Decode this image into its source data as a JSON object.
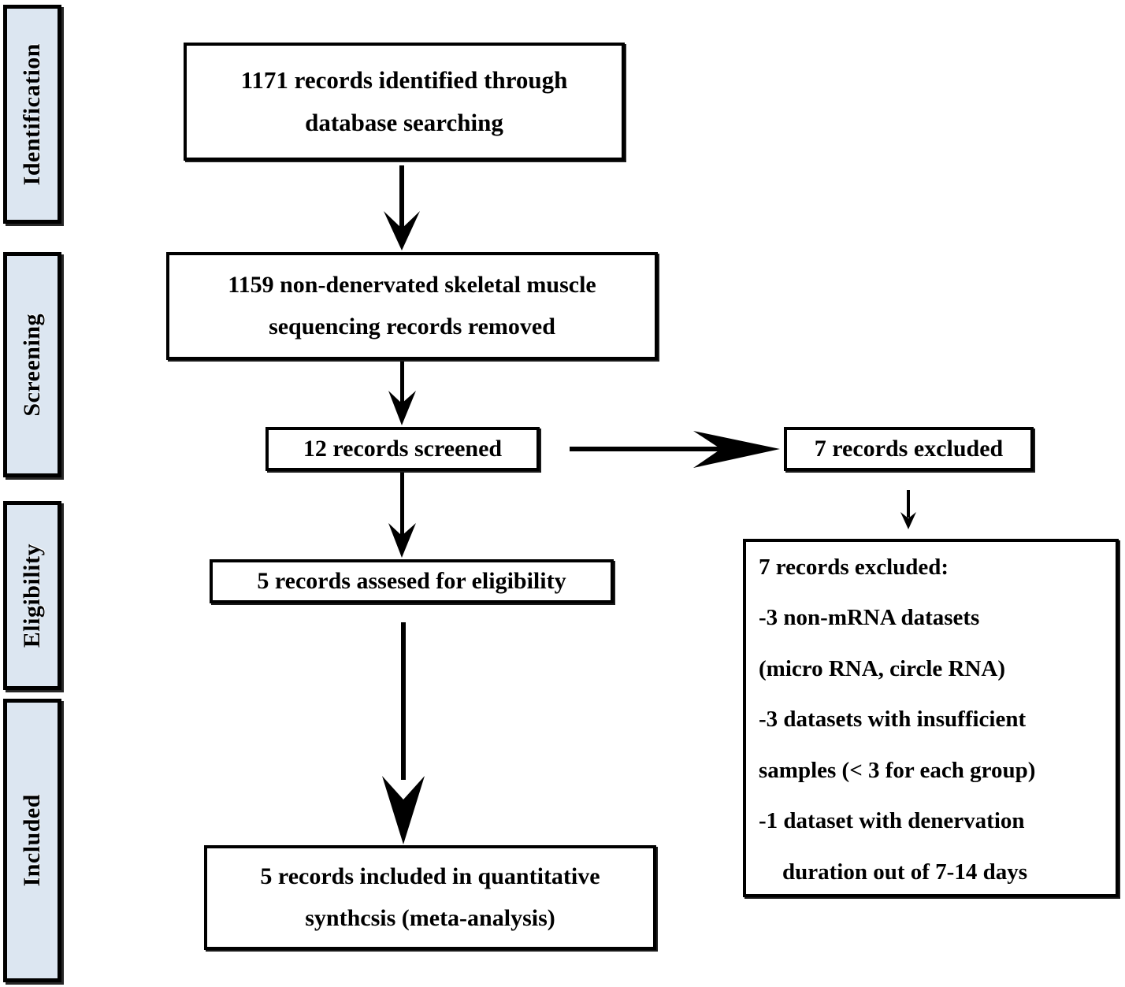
{
  "diagram": {
    "type": "prisma-flow-diagram",
    "colors": {
      "stage_fill": "#dce6f1",
      "box_fill": "#ffffff",
      "stroke": "#000000"
    },
    "stages": [
      {
        "id": "identification",
        "label": "Identification"
      },
      {
        "id": "screening",
        "label": "Screening"
      },
      {
        "id": "eligibility",
        "label": "Eligibility"
      },
      {
        "id": "included",
        "label": "Included"
      }
    ],
    "boxes": {
      "identified": {
        "line1": "1171 records identified through",
        "line2": "database searching"
      },
      "removed": {
        "line1": "1159 non-denervated skeletal muscle",
        "line2": "sequencing records removed"
      },
      "screened": {
        "line1": "12 records screened"
      },
      "excluded_short": {
        "line1": "7 records excluded"
      },
      "assessed": {
        "line1": "5 records assesed for eligibility"
      },
      "included_final": {
        "line1": "5 records included in quantitative",
        "line2": "synthcsis (meta-analysis)"
      }
    },
    "excluded_detail": {
      "heading": "7 records excluded:",
      "lines": [
        "-3 non-mRNA datasets",
        "(micro RNA, circle RNA)",
        "-3 datasets with insufficient",
        "samples (< 3 for each group)",
        "-1 dataset with denervation",
        "duration out of 7-14 days"
      ]
    },
    "arrows": [
      {
        "id": "identified-to-removed",
        "direction": "down"
      },
      {
        "id": "removed-to-screened",
        "direction": "down"
      },
      {
        "id": "screened-to-excluded",
        "direction": "right"
      },
      {
        "id": "excluded-to-detail",
        "direction": "down"
      },
      {
        "id": "screened-to-assessed",
        "direction": "down"
      },
      {
        "id": "assessed-to-included",
        "direction": "down"
      }
    ]
  }
}
